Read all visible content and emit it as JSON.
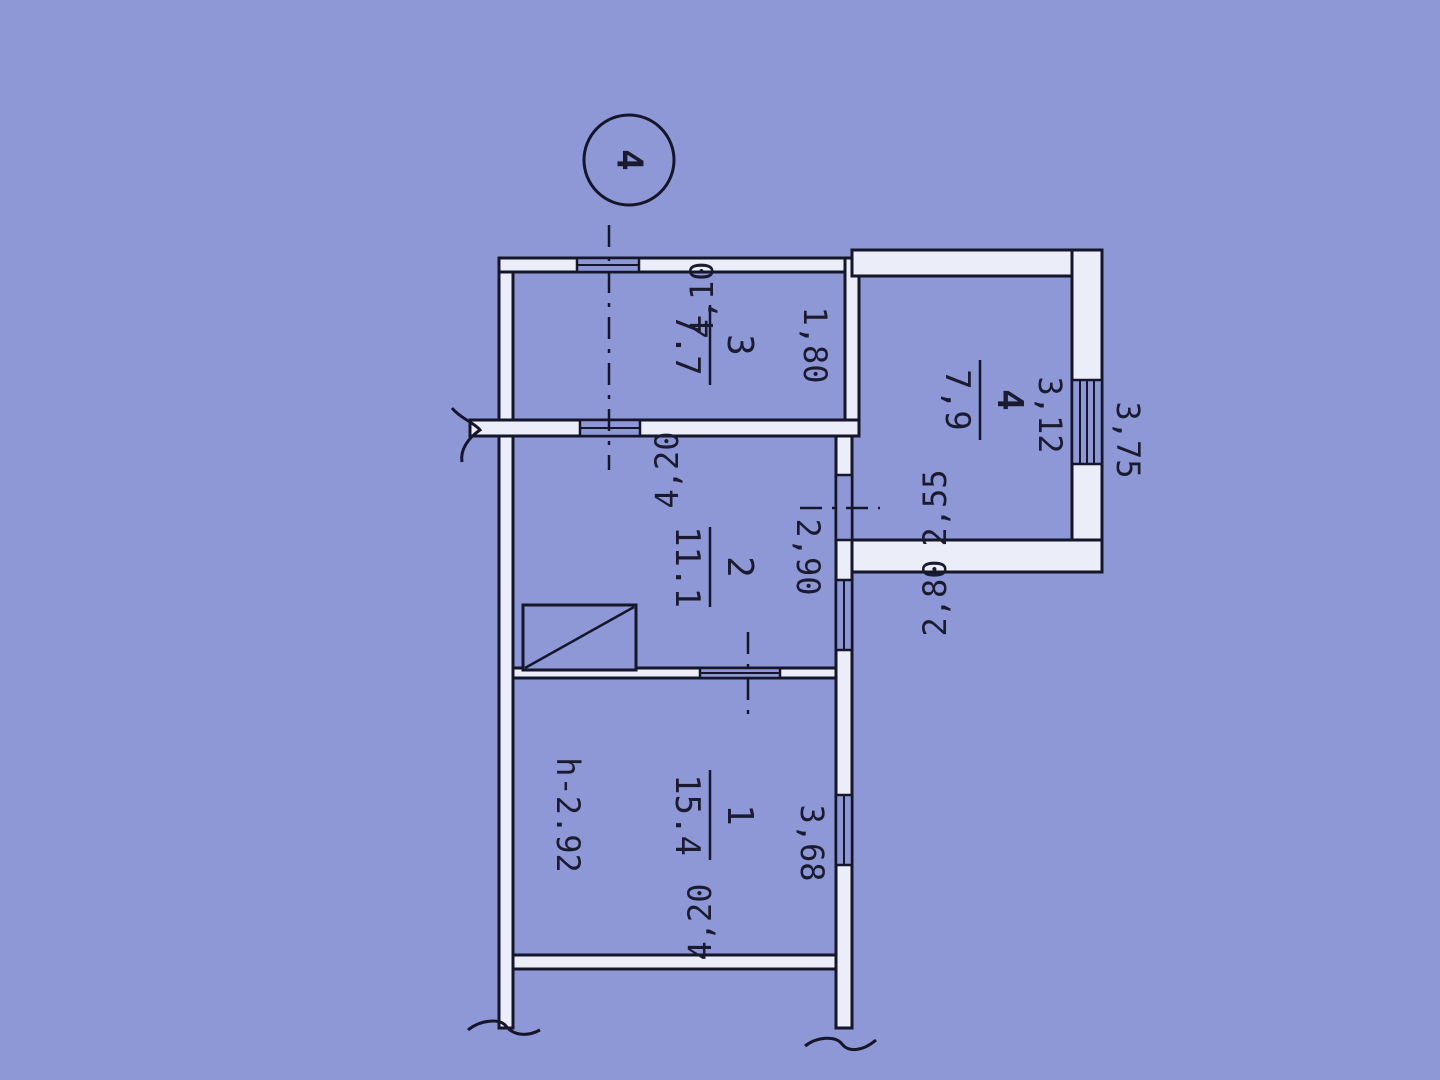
{
  "drawing": {
    "axis_mark": "4",
    "ceiling_height": "h-2.92",
    "rooms": [
      {
        "number": "1",
        "area": "15.4",
        "dims": [
          "4,20",
          "3,68"
        ]
      },
      {
        "number": "2",
        "area": "11.1",
        "dims": [
          "4,20",
          "2,90"
        ]
      },
      {
        "number": "3",
        "area": "7.7",
        "dims": [
          "4,10",
          "1,80"
        ]
      },
      {
        "number": "4",
        "area": "7,9",
        "dims": [
          "2,55",
          "3,12"
        ]
      }
    ],
    "outer_dims": [
      "2,80",
      "3,75"
    ]
  },
  "colors": {
    "paper": "#8f98d6",
    "ink": "#15162a",
    "wall_fill": "#ebeef8"
  }
}
